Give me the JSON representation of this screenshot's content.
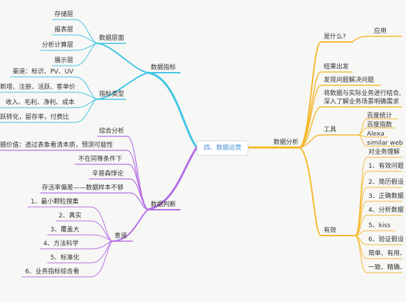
{
  "center": "四、数据运营",
  "cyan": {
    "main": "数据指标",
    "layer": {
      "title": "数据层面",
      "items": [
        "存储层",
        "报表层",
        "分析计算层",
        "展示层"
      ]
    },
    "type": {
      "title": "指标类型",
      "items": [
        "渠道：标识、PV、UV",
        "新增、注册、活跃、客单价",
        "收入、毛利、净利、成本",
        "跃转化，留存率，付费比"
      ]
    }
  },
  "purple": {
    "main": "数据判断",
    "items": [
      "综合分析",
      "据价值：透过表象看清本质，预测可能性",
      "不在同等条件下",
      "辛普森悖论",
      "存活率偏差——数据样本不够"
    ],
    "sub": {
      "title": "意道",
      "items": [
        "1、最小颗粒搜集",
        "2、真实",
        "3、覆盖大",
        "4、方法科学",
        "5、标准化",
        "6、业务指标综合看"
      ]
    }
  },
  "yellow": {
    "main": "数据分析",
    "what": {
      "title": "是什么?",
      "child": "应用"
    },
    "mid": [
      "结果出发",
      "发现问题解决问题",
      "将数据与实际业务进行结合,",
      "深入了解业务场景明确需求"
    ],
    "tools": {
      "title": "工具",
      "items": [
        "百度统计",
        "百度指数",
        "Alexa",
        "similar web"
      ]
    },
    "effective": {
      "title": "有效",
      "items": [
        "对业务理解",
        "1、有效问题",
        "2、简历假设",
        "3、正确数据",
        "4、分析数据",
        "5、kiss",
        "6、验证假设",
        "简单、有用、",
        "一致、精确、"
      ]
    }
  },
  "colors": {
    "cyan": "#3fc6e4",
    "purple": "#b56ee6",
    "yellow": "#f5b82e"
  }
}
